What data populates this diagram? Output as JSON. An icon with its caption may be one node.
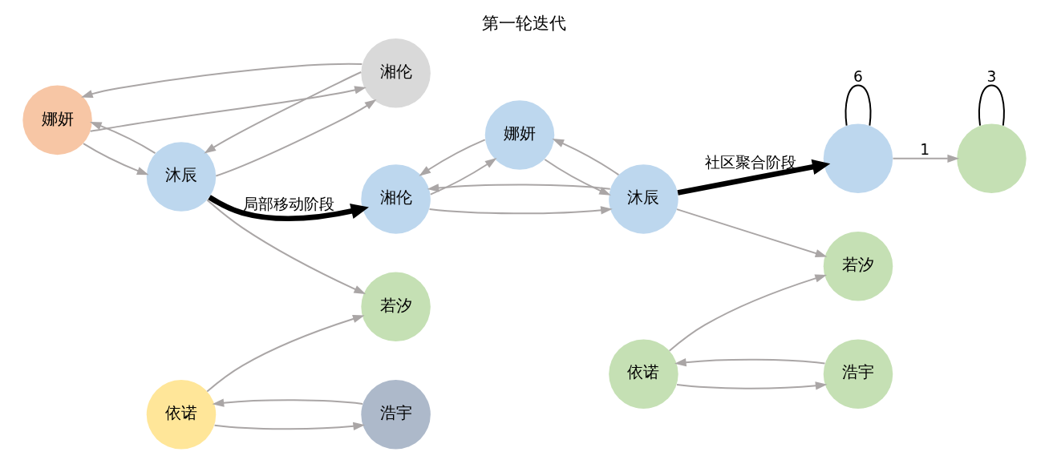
{
  "diagram": {
    "title": "第一轮迭代",
    "nodes": [
      {
        "text": [
          "娜妍"
        ]
      },
      {
        "text": [
          "沐辰"
        ]
      },
      {
        "text": [
          "湘伦"
        ]
      },
      {
        "text": [
          "若汐"
        ]
      },
      {
        "text": [
          "浩宇"
        ]
      },
      {
        "text": [
          "依诺"
        ]
      },
      {
        "text": [
          "娜妍"
        ]
      },
      {
        "text": [
          "沐辰"
        ]
      },
      {
        "text": [
          "湘伦"
        ]
      },
      {
        "text": [
          "若汐"
        ]
      },
      {
        "text": [
          "浩宇"
        ]
      },
      {
        "text": [
          "依诺"
        ]
      },
      {
        "text": [],
        "shape": "circle"
      },
      {
        "text": [],
        "shape": "circle"
      }
    ],
    "edges": [
      {
        "from": 0,
        "to": 1,
        "arrow": "to"
      },
      {
        "from": 1,
        "to": 0,
        "arrow": "to"
      },
      {
        "from": 0,
        "to": 2,
        "arrow": "to"
      },
      {
        "from": 2,
        "to": 0,
        "arrow": "to"
      },
      {
        "from": 2,
        "to": 1,
        "arrow": "to"
      },
      {
        "from": 1,
        "to": 2,
        "arrow": "to"
      },
      {
        "from": 1,
        "to": 3,
        "arrow": "to"
      },
      {
        "from": 5,
        "to": 3,
        "arrow": "to"
      },
      {
        "from": 5,
        "to": 4,
        "arrow": "to"
      },
      {
        "from": 4,
        "to": 5,
        "arrow": "to"
      },
      {
        "from": 1,
        "to": 8,
        "arrow": "to",
        "label": "局部移动阶段",
        "style": "thick",
        "color": "#000000"
      },
      {
        "from": 6,
        "to": 7,
        "arrow": "to"
      },
      {
        "from": 7,
        "to": 6,
        "arrow": "to"
      },
      {
        "from": 6,
        "to": 8,
        "arrow": "to"
      },
      {
        "from": 8,
        "to": 6,
        "arrow": "to"
      },
      {
        "from": 8,
        "to": 7,
        "arrow": "to"
      },
      {
        "from": 7,
        "to": 8,
        "arrow": "to"
      },
      {
        "from": 7,
        "to": 9,
        "arrow": "to"
      },
      {
        "from": 11,
        "to": 9,
        "arrow": "to"
      },
      {
        "from": 11,
        "to": 10,
        "arrow": "to"
      },
      {
        "from": 10,
        "to": 11,
        "arrow": "to"
      },
      {
        "from": 7,
        "to": 12,
        "arrow": "to",
        "label": "社区聚合阶段",
        "style": "thick",
        "color": "#000000"
      },
      {
        "from": 12,
        "to": 12,
        "arrow": "none",
        "label": "6",
        "color": "#000000"
      },
      {
        "from": 12,
        "to": 13,
        "arrow": "to",
        "label": "1"
      },
      {
        "from": 13,
        "to": 13,
        "arrow": "none",
        "label": "3",
        "color": "#000000"
      }
    ]
  }
}
